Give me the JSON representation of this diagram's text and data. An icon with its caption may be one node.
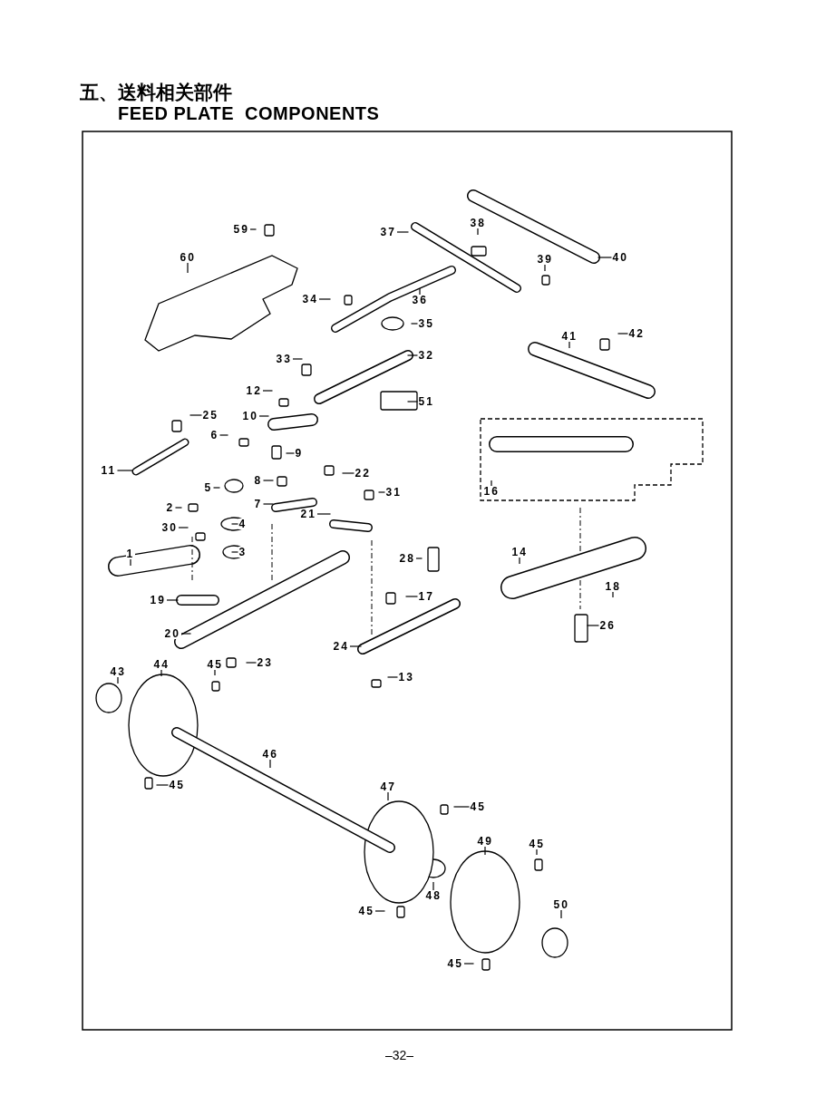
{
  "diagram": {
    "title": "五、送料相关部件",
    "nodes": [
      {
        "text": [
          "59"
        ]
      },
      {
        "text": [
          "60"
        ]
      },
      {
        "text": [
          "37"
        ]
      },
      {
        "text": [
          "38"
        ]
      },
      {
        "text": [
          "40"
        ]
      },
      {
        "text": [
          "39"
        ]
      },
      {
        "text": [
          "34"
        ]
      },
      {
        "text": [
          "36"
        ]
      },
      {
        "text": [
          "35"
        ]
      },
      {
        "text": [
          "33"
        ]
      },
      {
        "text": [
          "32"
        ]
      },
      {
        "text": [
          "41"
        ]
      },
      {
        "text": [
          "42"
        ]
      },
      {
        "text": [
          "12"
        ]
      },
      {
        "text": [
          "51"
        ]
      },
      {
        "text": [
          "10"
        ]
      },
      {
        "text": [
          "25"
        ]
      },
      {
        "text": [
          "9"
        ]
      },
      {
        "text": [
          "11"
        ]
      },
      {
        "text": [
          "6"
        ]
      },
      {
        "text": [
          "8"
        ]
      },
      {
        "text": [
          "22"
        ]
      },
      {
        "text": [
          "31"
        ]
      },
      {
        "text": [
          "5"
        ]
      },
      {
        "text": [
          "7"
        ]
      },
      {
        "text": [
          "2"
        ]
      },
      {
        "text": [
          "4"
        ]
      },
      {
        "text": [
          "30"
        ]
      },
      {
        "text": [
          "21"
        ]
      },
      {
        "text": [
          "3"
        ]
      },
      {
        "text": [
          "1"
        ]
      },
      {
        "text": [
          "28"
        ]
      },
      {
        "text": [
          "16"
        ]
      },
      {
        "text": [
          "14"
        ]
      },
      {
        "text": [
          "18"
        ]
      },
      {
        "text": [
          "26"
        ]
      },
      {
        "text": [
          "17"
        ]
      },
      {
        "text": [
          "19"
        ]
      },
      {
        "text": [
          "20"
        ]
      },
      {
        "text": [
          "24"
        ]
      },
      {
        "text": [
          "23"
        ]
      },
      {
        "text": [
          "43"
        ]
      },
      {
        "text": [
          "44"
        ]
      },
      {
        "text": [
          "45"
        ]
      },
      {
        "text": [
          "13"
        ]
      },
      {
        "text": [
          "45"
        ]
      },
      {
        "text": [
          "46"
        ]
      },
      {
        "text": [
          "47"
        ]
      },
      {
        "text": [
          "45"
        ]
      },
      {
        "text": [
          "49"
        ]
      },
      {
        "text": [
          "45"
        ]
      },
      {
        "text": [
          "48"
        ]
      },
      {
        "text": [
          "45"
        ]
      },
      {
        "text": [
          "50"
        ]
      },
      {
        "text": [
          "45"
        ]
      }
    ],
    "edges": [
      {
        "from": 0,
        "to": null,
        "arrow": "none"
      },
      {
        "from": 1,
        "to": null,
        "arrow": "none"
      },
      {
        "from": 2,
        "to": null,
        "arrow": "none"
      },
      {
        "from": 3,
        "to": null,
        "arrow": "none"
      },
      {
        "from": 4,
        "to": null,
        "arrow": "none"
      },
      {
        "from": 5,
        "to": null,
        "arrow": "none"
      },
      {
        "from": 6,
        "to": null,
        "arrow": "none"
      },
      {
        "from": 7,
        "to": null,
        "arrow": "none"
      },
      {
        "from": 8,
        "to": null,
        "arrow": "none"
      },
      {
        "from": 9,
        "to": null,
        "arrow": "none"
      },
      {
        "from": 10,
        "to": null,
        "arrow": "none"
      },
      {
        "from": 11,
        "to": null,
        "arrow": "none"
      },
      {
        "from": 12,
        "to": null,
        "arrow": "none"
      },
      {
        "from": 13,
        "to": null,
        "arrow": "none"
      },
      {
        "from": 14,
        "to": null,
        "arrow": "none"
      },
      {
        "from": 15,
        "to": null,
        "arrow": "none"
      },
      {
        "from": 16,
        "to": null,
        "arrow": "none"
      },
      {
        "from": 17,
        "to": null,
        "arrow": "none"
      },
      {
        "from": 18,
        "to": null,
        "arrow": "none"
      },
      {
        "from": 19,
        "to": null,
        "arrow": "none"
      },
      {
        "from": 20,
        "to": null,
        "arrow": "none"
      },
      {
        "from": 21,
        "to": null,
        "arrow": "none"
      },
      {
        "from": 22,
        "to": null,
        "arrow": "none"
      },
      {
        "from": 23,
        "to": null,
        "arrow": "none"
      },
      {
        "from": 24,
        "to": null,
        "arrow": "none"
      },
      {
        "from": 25,
        "to": null,
        "arrow": "none"
      },
      {
        "from": 26,
        "to": null,
        "arrow": "none"
      },
      {
        "from": 27,
        "to": null,
        "arrow": "none"
      },
      {
        "from": 28,
        "to": null,
        "arrow": "none"
      },
      {
        "from": 29,
        "to": null,
        "arrow": "none"
      },
      {
        "from": 30,
        "to": null,
        "arrow": "none"
      },
      {
        "from": 31,
        "to": null,
        "arrow": "none"
      },
      {
        "from": 32,
        "to": null,
        "arrow": "none"
      },
      {
        "from": 33,
        "to": null,
        "arrow": "none"
      },
      {
        "from": 34,
        "to": null,
        "arrow": "none"
      },
      {
        "from": 35,
        "to": null,
        "arrow": "none"
      },
      {
        "from": 36,
        "to": null,
        "arrow": "none"
      },
      {
        "from": 37,
        "to": null,
        "arrow": "none"
      },
      {
        "from": 38,
        "to": null,
        "arrow": "none"
      },
      {
        "from": 39,
        "to": null,
        "arrow": "none"
      },
      {
        "from": 40,
        "to": null,
        "arrow": "none"
      },
      {
        "from": 41,
        "to": null,
        "arrow": "none"
      },
      {
        "from": 42,
        "to": null,
        "arrow": "none"
      },
      {
        "from": 43,
        "to": null,
        "arrow": "none"
      },
      {
        "from": 44,
        "to": null,
        "arrow": "none"
      },
      {
        "from": 45,
        "to": null,
        "arrow": "none"
      },
      {
        "from": 46,
        "to": null,
        "arrow": "none"
      },
      {
        "from": 47,
        "to": null,
        "arrow": "none"
      },
      {
        "from": 48,
        "to": null,
        "arrow": "none"
      },
      {
        "from": 49,
        "to": null,
        "arrow": "none"
      },
      {
        "from": 50,
        "to": null,
        "arrow": "none"
      },
      {
        "from": 51,
        "to": null,
        "arrow": "none"
      },
      {
        "from": 52,
        "to": null,
        "arrow": "none"
      },
      {
        "from": 53,
        "to": null,
        "arrow": "none"
      },
      {
        "from": 54,
        "to": null,
        "arrow": "none"
      }
    ],
    "labels": [
      "FEED PLATE  COMPONENTS",
      "–32–"
    ]
  }
}
